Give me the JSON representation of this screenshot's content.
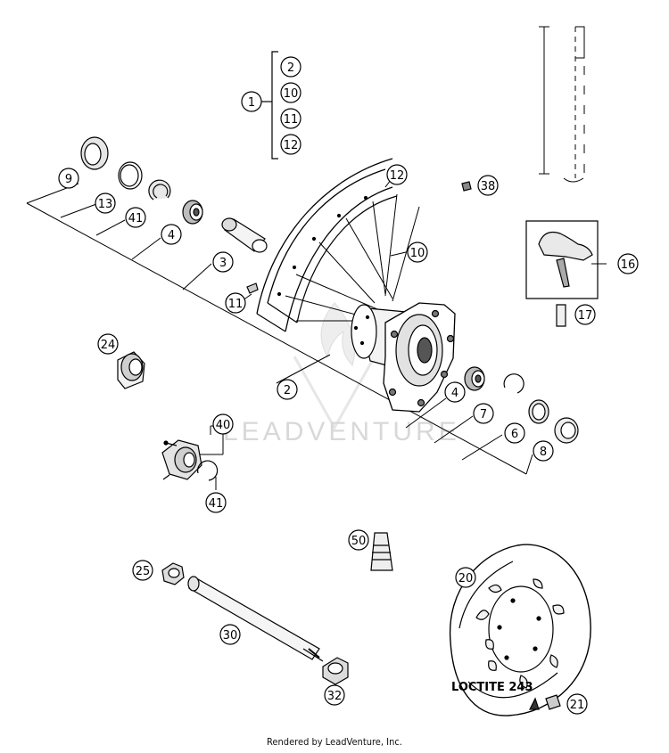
{
  "diagram": {
    "watermark_text": "LEADVENTURE",
    "footer": "Rendered by LeadVenture, Inc.",
    "loctite_note": "LOCTITE 243",
    "group_1_members": [
      "2",
      "10",
      "11",
      "12"
    ],
    "callouts": {
      "c1": "1",
      "c2": "2",
      "c3": "3",
      "c4a": "4",
      "c4b": "4",
      "c6": "6",
      "c7": "7",
      "c8": "8",
      "c9": "9",
      "c10": "10",
      "c11": "11",
      "c12": "12",
      "c13": "13",
      "c16": "16",
      "c17": "17",
      "c20": "20",
      "c21": "21",
      "c24": "24",
      "c25": "25",
      "c30": "30",
      "c32": "32",
      "c38": "38",
      "c40": "40",
      "c41a": "41",
      "c41b": "41",
      "c50": "50"
    }
  }
}
